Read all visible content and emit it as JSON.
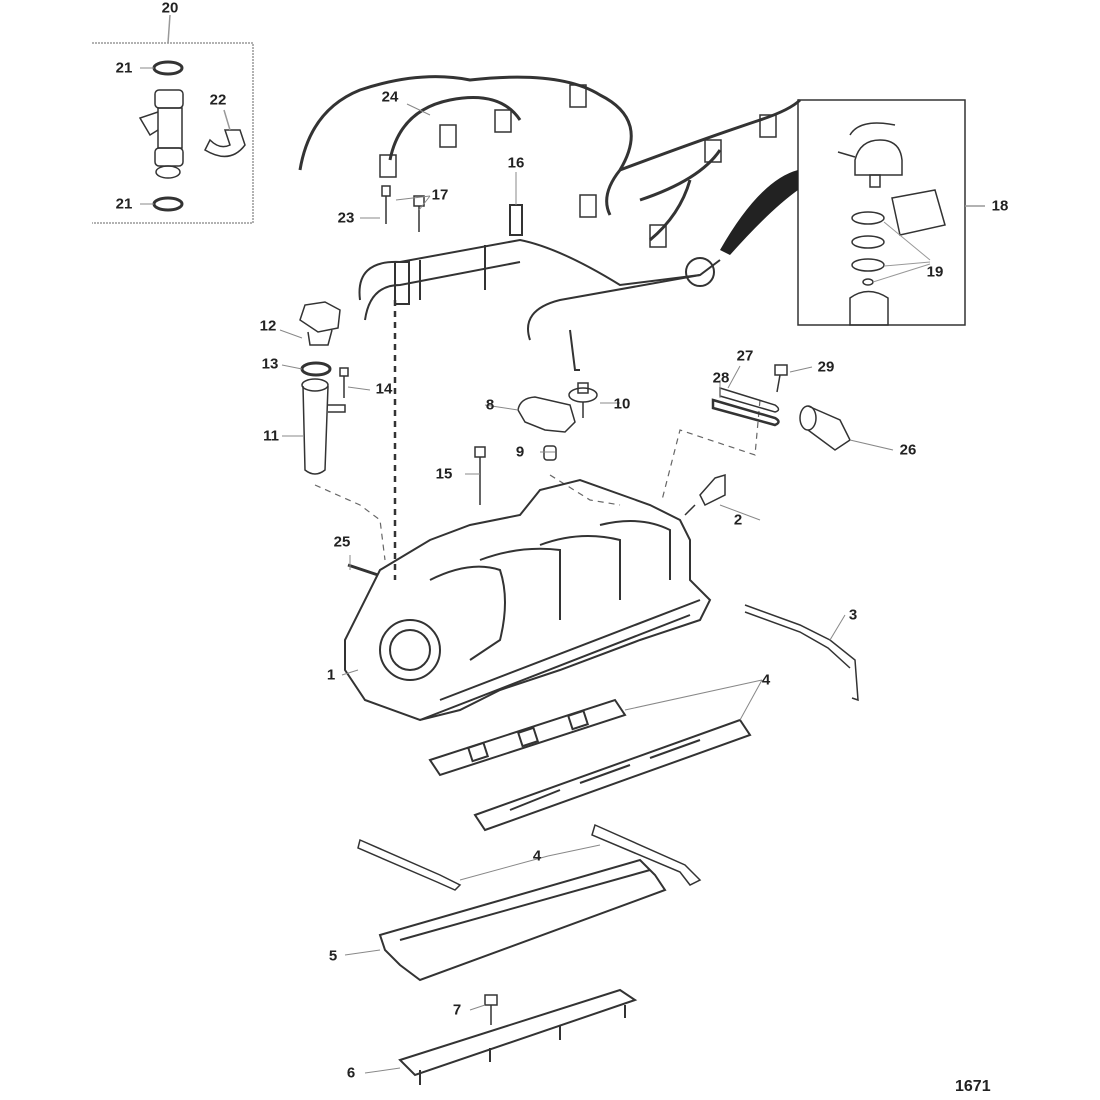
{
  "diagram": {
    "type": "exploded-parts-diagram",
    "figure_number": "1671",
    "callouts": [
      "1",
      "2",
      "3",
      "4",
      "4",
      "5",
      "6",
      "7",
      "8",
      "9",
      "10",
      "11",
      "12",
      "13",
      "14",
      "15",
      "16",
      "17",
      "18",
      "19",
      "20",
      "21",
      "21",
      "22",
      "23",
      "24",
      "25",
      "26",
      "27",
      "28",
      "29"
    ],
    "insets": [
      {
        "name": "fuel-injector-kit",
        "callout": "20",
        "contents": [
          "21",
          "22",
          "21"
        ]
      },
      {
        "name": "fuel-pressure-regulator-kit",
        "callout": "18",
        "contents": [
          "19"
        ]
      }
    ]
  },
  "labels": {
    "c1": "1",
    "c2": "2",
    "c3": "3",
    "c4a": "4",
    "c4b": "4",
    "c5": "5",
    "c6": "6",
    "c7": "7",
    "c8": "8",
    "c9": "9",
    "c10": "10",
    "c11": "11",
    "c12": "12",
    "c13": "13",
    "c14": "14",
    "c15": "15",
    "c16": "16",
    "c17": "17",
    "c18": "18",
    "c19": "19",
    "c20": "20",
    "c21a": "21",
    "c21b": "21",
    "c22": "22",
    "c23": "23",
    "c24": "24",
    "c25": "25",
    "c26": "26",
    "c27": "27",
    "c28": "28",
    "c29": "29"
  },
  "colors": {
    "line": "#333333",
    "leader": "#888888",
    "fill": "#ffffff",
    "dark": "#222222"
  }
}
